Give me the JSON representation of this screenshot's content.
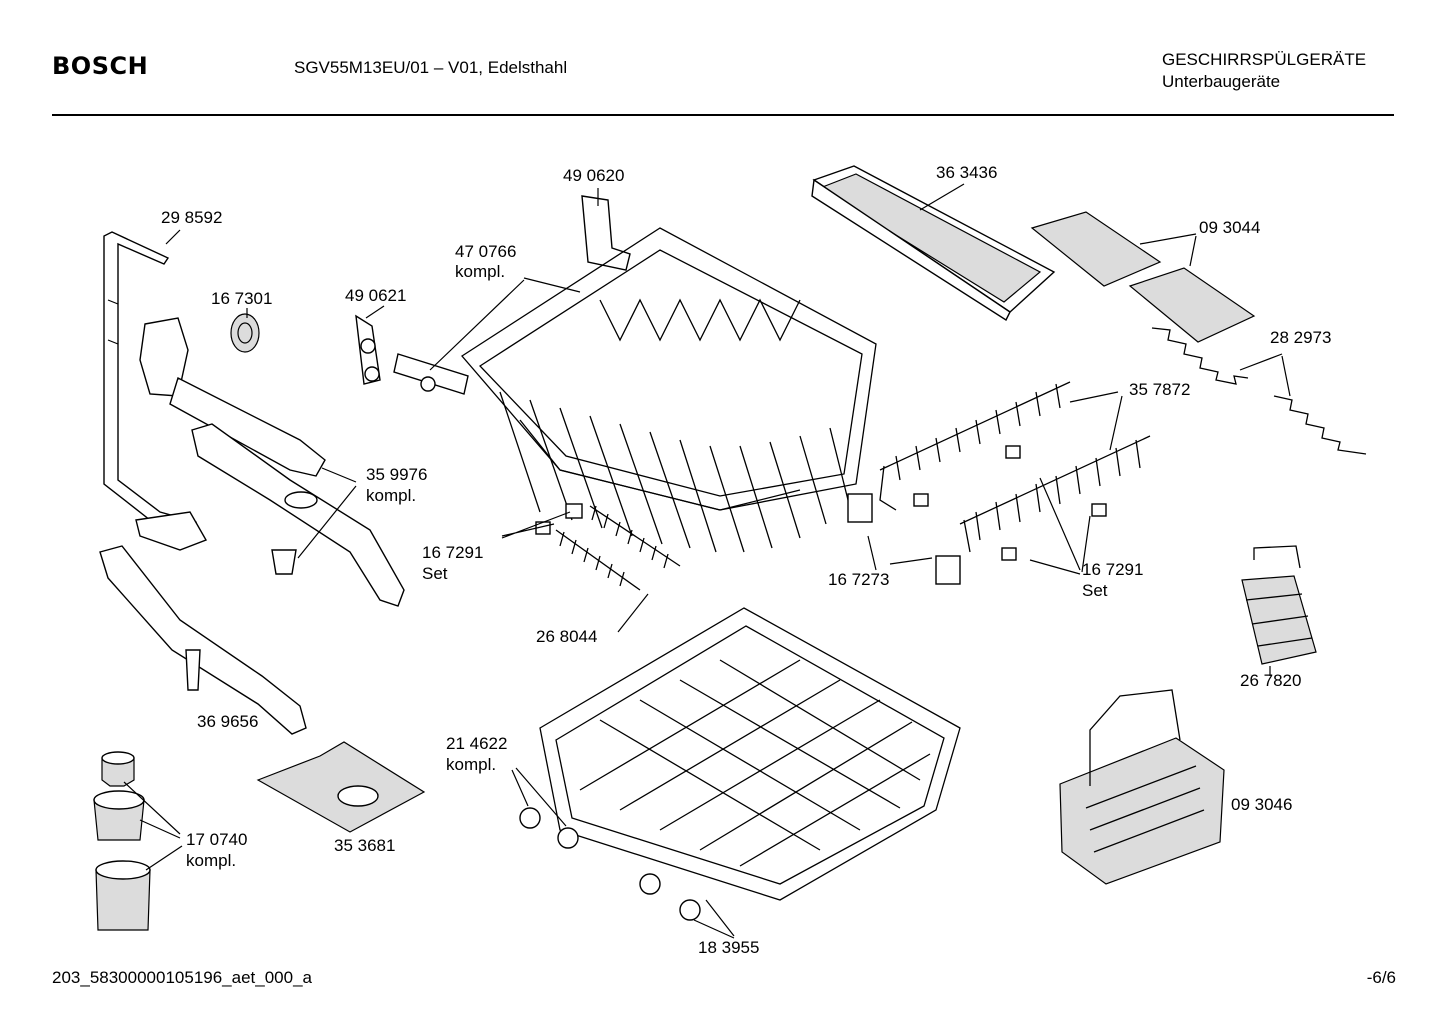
{
  "header": {
    "brand": "BOSCH",
    "model": "SGV55M13EU/01 – V01, Edelsthahl",
    "category_line1": "GESCHIRRSPÜLGERÄTE",
    "category_line2": "Unterbaugeräte"
  },
  "footer": {
    "drawing_id": "203_58300000105196_aet_000_a",
    "page": "-6/6"
  },
  "parts": {
    "p298592": "29 8592",
    "p167301": "16 7301",
    "p490621": "49 0621",
    "p490620": "49 0620",
    "p470766_a": "47 0766",
    "p470766_b": "kompl.",
    "p363436": "36 3436",
    "p093044": "09 3044",
    "p282973": "28 2973",
    "p357872": "35 7872",
    "p359976_a": "35 9976",
    "p359976_b": "kompl.",
    "p167291L_a": "16 7291",
    "p167291L_b": "Set",
    "p167273": "16 7273",
    "p167291R_a": "16 7291",
    "p167291R_b": "Set",
    "p268044": "26 8044",
    "p267820": "26 7820",
    "p369656": "36 9656",
    "p214622_a": "21 4622",
    "p214622_b": "kompl.",
    "p093046": "09 3046",
    "p170740_a": "17 0740",
    "p170740_b": "kompl.",
    "p353681": "35 3681",
    "p183955": "18 3955"
  }
}
